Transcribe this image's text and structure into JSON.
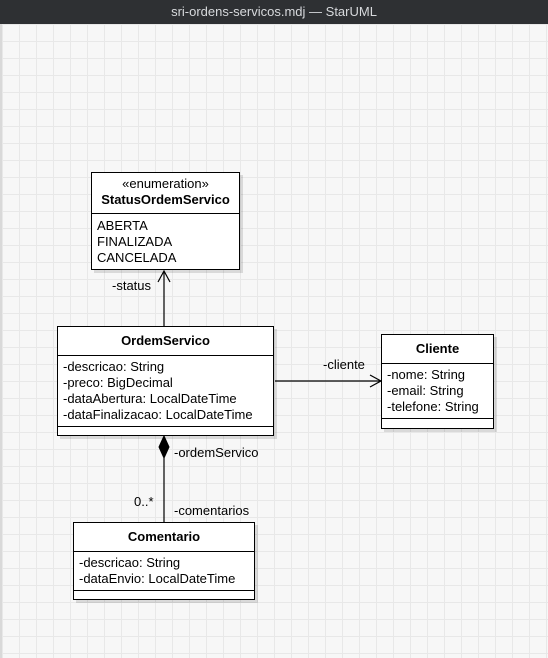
{
  "window": {
    "title": "sri-ordens-servicos.mdj — StarUML"
  },
  "classes": {
    "status": {
      "stereotype": "«enumeration»",
      "name": "StatusOrdemServico",
      "literals": [
        "ABERTA",
        "FINALIZADA",
        "CANCELADA"
      ]
    },
    "ordem": {
      "name": "OrdemServico",
      "attributes": [
        "-descricao: String",
        "-preco: BigDecimal",
        "-dataAbertura: LocalDateTime",
        "-dataFinalizacao: LocalDateTime"
      ]
    },
    "cliente": {
      "name": "Cliente",
      "attributes": [
        "-nome: String",
        "-email: String",
        "-telefone: String"
      ]
    },
    "comentario": {
      "name": "Comentario",
      "attributes": [
        "-descricao: String",
        "-dataEnvio: LocalDateTime"
      ]
    }
  },
  "associations": {
    "status_role": "-status",
    "cliente_role": "-cliente",
    "ordem_role": "-ordemServico",
    "comentarios_role": "-comentarios",
    "comentarios_multiplicity": "0..*"
  }
}
